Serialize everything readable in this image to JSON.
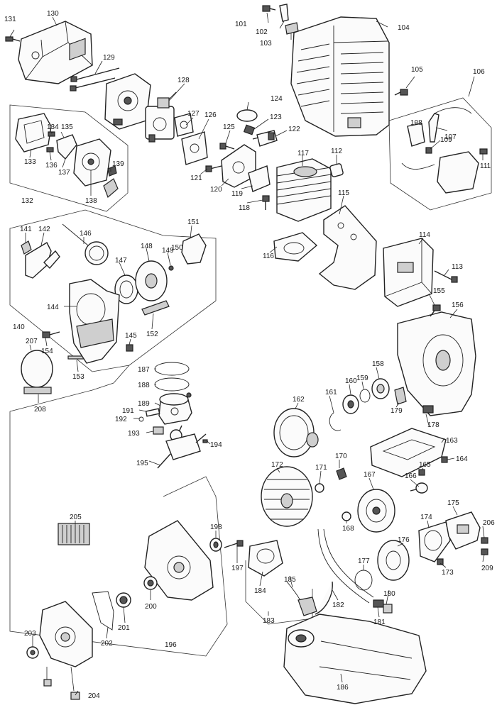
{
  "labels": [
    {
      "id": "p101",
      "text": "101"
    },
    {
      "id": "p102",
      "text": "102"
    },
    {
      "id": "p103",
      "text": "103"
    },
    {
      "id": "p104",
      "text": "104"
    },
    {
      "id": "p105",
      "text": "105"
    },
    {
      "id": "p106",
      "text": "106"
    },
    {
      "id": "p107",
      "text": "107"
    },
    {
      "id": "p108",
      "text": "108"
    },
    {
      "id": "p109",
      "text": "109"
    },
    {
      "id": "p111",
      "text": "111"
    },
    {
      "id": "p112",
      "text": "112"
    },
    {
      "id": "p113",
      "text": "113"
    },
    {
      "id": "p114",
      "text": "114"
    },
    {
      "id": "p115",
      "text": "115"
    },
    {
      "id": "p116",
      "text": "116"
    },
    {
      "id": "p117",
      "text": "117"
    },
    {
      "id": "p118",
      "text": "118"
    },
    {
      "id": "p119",
      "text": "119"
    },
    {
      "id": "p120",
      "text": "120"
    },
    {
      "id": "p121",
      "text": "121"
    },
    {
      "id": "p122",
      "text": "122"
    },
    {
      "id": "p123",
      "text": "123"
    },
    {
      "id": "p124",
      "text": "124"
    },
    {
      "id": "p125",
      "text": "125"
    },
    {
      "id": "p126",
      "text": "126"
    },
    {
      "id": "p127",
      "text": "127"
    },
    {
      "id": "p128",
      "text": "128"
    },
    {
      "id": "p129",
      "text": "129"
    },
    {
      "id": "p130",
      "text": "130"
    },
    {
      "id": "p131",
      "text": "131"
    },
    {
      "id": "p132",
      "text": "132"
    },
    {
      "id": "p133",
      "text": "133"
    },
    {
      "id": "p134",
      "text": "134"
    },
    {
      "id": "p135",
      "text": "135"
    },
    {
      "id": "p136",
      "text": "136"
    },
    {
      "id": "p137",
      "text": "137"
    },
    {
      "id": "p138",
      "text": "138"
    },
    {
      "id": "p139",
      "text": "139"
    },
    {
      "id": "p140",
      "text": "140"
    },
    {
      "id": "p141",
      "text": "141"
    },
    {
      "id": "p142",
      "text": "142"
    },
    {
      "id": "p144",
      "text": "144"
    },
    {
      "id": "p145",
      "text": "145"
    },
    {
      "id": "p146",
      "text": "146"
    },
    {
      "id": "p147",
      "text": "147"
    },
    {
      "id": "p148",
      "text": "148"
    },
    {
      "id": "p149",
      "text": "149"
    },
    {
      "id": "p150",
      "text": "150"
    },
    {
      "id": "p151",
      "text": "151"
    },
    {
      "id": "p152",
      "text": "152"
    },
    {
      "id": "p153",
      "text": "153"
    },
    {
      "id": "p154",
      "text": "154"
    },
    {
      "id": "p155",
      "text": "155"
    },
    {
      "id": "p156",
      "text": "156"
    },
    {
      "id": "p158",
      "text": "158"
    },
    {
      "id": "p159",
      "text": "159"
    },
    {
      "id": "p160",
      "text": "160"
    },
    {
      "id": "p161",
      "text": "161"
    },
    {
      "id": "p162",
      "text": "162"
    },
    {
      "id": "p163",
      "text": "163"
    },
    {
      "id": "p164",
      "text": "164"
    },
    {
      "id": "p165",
      "text": "165"
    },
    {
      "id": "p166",
      "text": "166"
    },
    {
      "id": "p167",
      "text": "167"
    },
    {
      "id": "p168",
      "text": "168"
    },
    {
      "id": "p170",
      "text": "170"
    },
    {
      "id": "p171",
      "text": "171"
    },
    {
      "id": "p172",
      "text": "172"
    },
    {
      "id": "p173",
      "text": "173"
    },
    {
      "id": "p174",
      "text": "174"
    },
    {
      "id": "p175",
      "text": "175"
    },
    {
      "id": "p176",
      "text": "176"
    },
    {
      "id": "p177",
      "text": "177"
    },
    {
      "id": "p178",
      "text": "178"
    },
    {
      "id": "p179",
      "text": "179"
    },
    {
      "id": "p180",
      "text": "180"
    },
    {
      "id": "p181",
      "text": "181"
    },
    {
      "id": "p182",
      "text": "182"
    },
    {
      "id": "p183",
      "text": "183"
    },
    {
      "id": "p184",
      "text": "184"
    },
    {
      "id": "p185",
      "text": "185"
    },
    {
      "id": "p186",
      "text": "186"
    },
    {
      "id": "p187",
      "text": "187"
    },
    {
      "id": "p188",
      "text": "188"
    },
    {
      "id": "p189",
      "text": "189"
    },
    {
      "id": "p191",
      "text": "191"
    },
    {
      "id": "p192",
      "text": "192"
    },
    {
      "id": "p193",
      "text": "193"
    },
    {
      "id": "p194",
      "text": "194"
    },
    {
      "id": "p195",
      "text": "195"
    },
    {
      "id": "p196",
      "text": "196"
    },
    {
      "id": "p197",
      "text": "197"
    },
    {
      "id": "p198",
      "text": "198"
    },
    {
      "id": "p200",
      "text": "200"
    },
    {
      "id": "p201",
      "text": "201"
    },
    {
      "id": "p202",
      "text": "202"
    },
    {
      "id": "p203",
      "text": "203"
    },
    {
      "id": "p204",
      "text": "204"
    },
    {
      "id": "p205",
      "text": "205"
    },
    {
      "id": "p206",
      "text": "206"
    },
    {
      "id": "p207",
      "text": "207"
    },
    {
      "id": "p208",
      "text": "208"
    },
    {
      "id": "p209",
      "text": "209"
    }
  ]
}
